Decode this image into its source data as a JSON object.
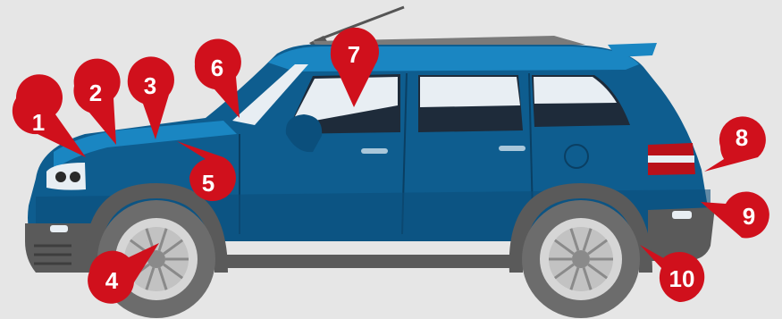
{
  "colors": {
    "background": "#e6e6e6",
    "body_blue": "#0e5d8f",
    "body_blue_light": "#1a86c2",
    "roof_blue": "#0b4f7c",
    "window_dark": "#1e2b3a",
    "trim_gray": "#5a5a5a",
    "tire": "#6c6c6c",
    "rim": "#d6d6d6",
    "marker_red": "#d0101c",
    "marker_text": "#ffffff"
  },
  "markers": [
    {
      "id": 1,
      "label": "1",
      "points_to": "headlight-area"
    },
    {
      "id": 2,
      "label": "2",
      "points_to": "hood-front"
    },
    {
      "id": 3,
      "label": "3",
      "points_to": "hood-rear"
    },
    {
      "id": 4,
      "label": "4",
      "points_to": "front-wheel"
    },
    {
      "id": 5,
      "label": "5",
      "points_to": "front-fender"
    },
    {
      "id": 6,
      "label": "6",
      "points_to": "windshield"
    },
    {
      "id": 7,
      "label": "7",
      "points_to": "front-door-window"
    },
    {
      "id": 8,
      "label": "8",
      "points_to": "tail-light"
    },
    {
      "id": 9,
      "label": "9",
      "points_to": "rear-bumper"
    },
    {
      "id": 10,
      "label": "10",
      "points_to": "rear-wheel"
    }
  ]
}
